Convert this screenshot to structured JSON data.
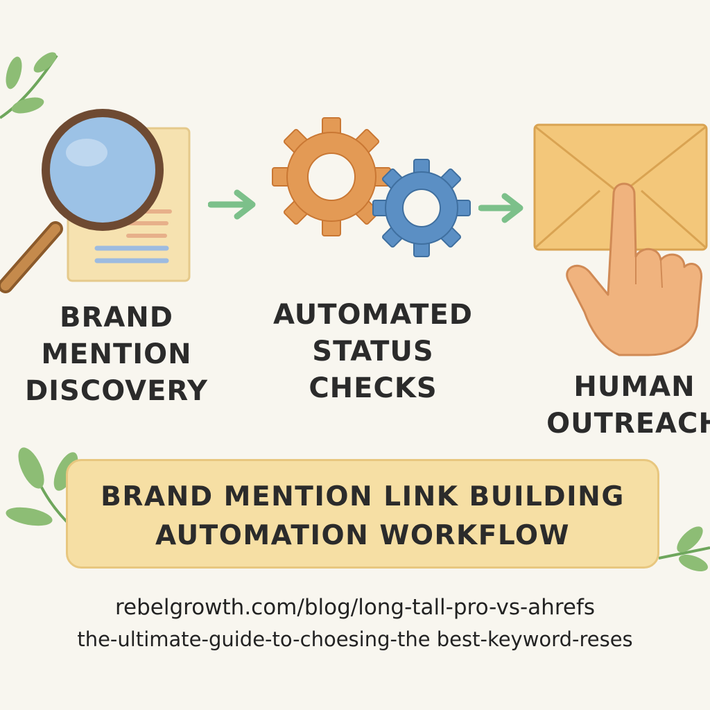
{
  "steps": [
    {
      "label": "BRAND\nMENTION\nDISCOVERY",
      "icon": "magnifying-glass-document-icon"
    },
    {
      "label": "AUTOMATED\nSTATUS\nCHECKS",
      "icon": "gears-icon"
    },
    {
      "label": "HUMAN\nOUTREACH",
      "icon": "envelope-hand-icon"
    }
  ],
  "banner": {
    "title": "BRAND MENTION LINK BUILDING\nAUTOMATION WORKFLOW"
  },
  "url": {
    "line1": "rebelgrowth.com/blog/long-tall-pro-vs-ahrefs",
    "line2": "the-ultimate-guide-to-choesing-the best-keyword-reses"
  },
  "colors": {
    "background": "#f8f6ef",
    "arrow": "#7cc08a",
    "gear_orange": "#e39a55",
    "gear_blue": "#5b8fc4",
    "envelope": "#f3c77a",
    "banner": "#f6dfa4",
    "leaf": "#7fb36a"
  }
}
